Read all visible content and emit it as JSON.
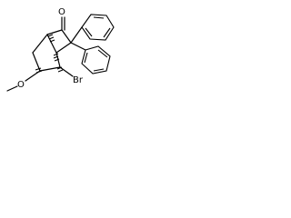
{
  "molecule": {
    "atoms": {
      "oxygen_carbonyl": "O",
      "oxygen_methoxy": "O",
      "bromine": "Br"
    }
  },
  "colors": {
    "bond": "#000000",
    "background": "#ffffff"
  }
}
